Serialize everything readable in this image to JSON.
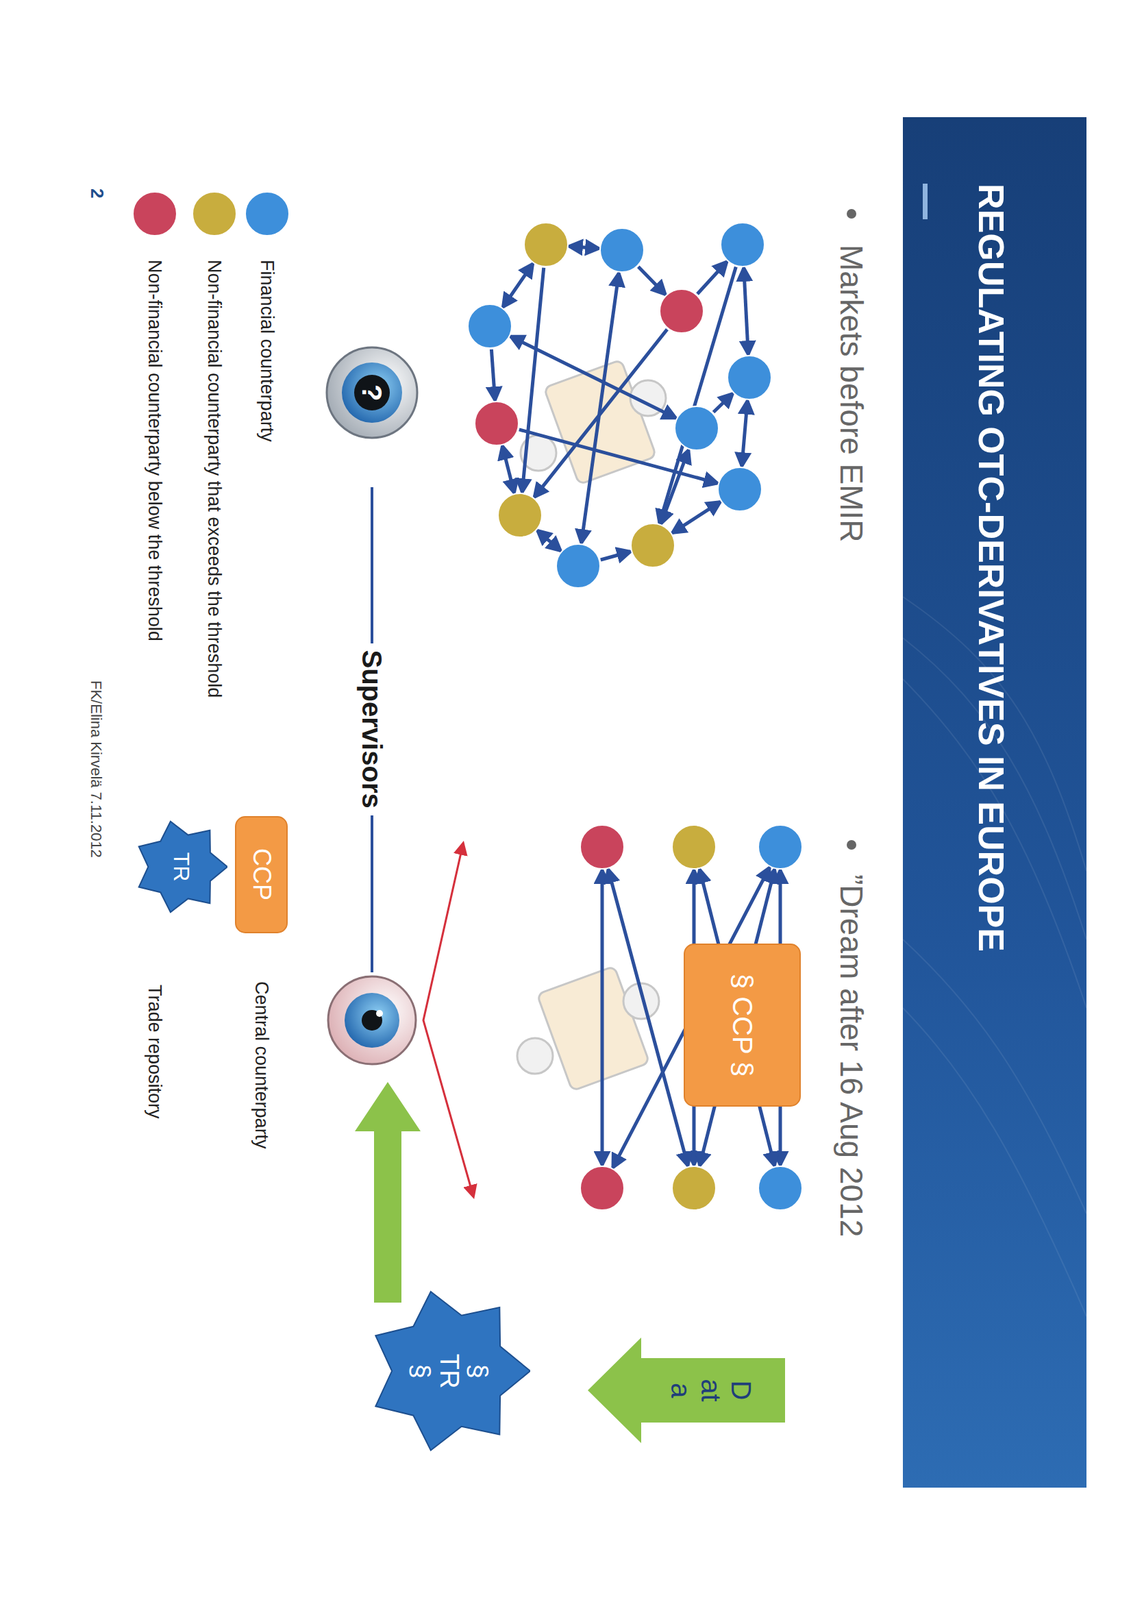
{
  "diagram": {
    "title": "REGULATING OTC-DERIVATIVES IN EUROPE",
    "nodes": [
      {
        "text": [
          "§ CCP §"
        ]
      },
      {
        "text": [
          "§ TR §"
        ]
      },
      {
        "text": [
          "CCP"
        ]
      },
      {
        "text": [
          "TR"
        ]
      }
    ],
    "labels": [
      "Markets before EMIR",
      "”Dream after 16 Aug 2012",
      "?",
      "Supervisors",
      "Data",
      "2",
      "FK/Elina Kirvelä 7.11.2012"
    ],
    "legend": [
      {
        "text": "Financial counterparty",
        "color": "#3d8fdb"
      },
      {
        "text": "Non-financial counterparty that exceeds the threshold",
        "color": "#c8ad3e"
      },
      {
        "text": "Non-financial counterparty below the threshold",
        "color": "#c9445c"
      },
      {
        "text": "Central counterparty"
      },
      {
        "text": "Trade repository"
      }
    ]
  }
}
